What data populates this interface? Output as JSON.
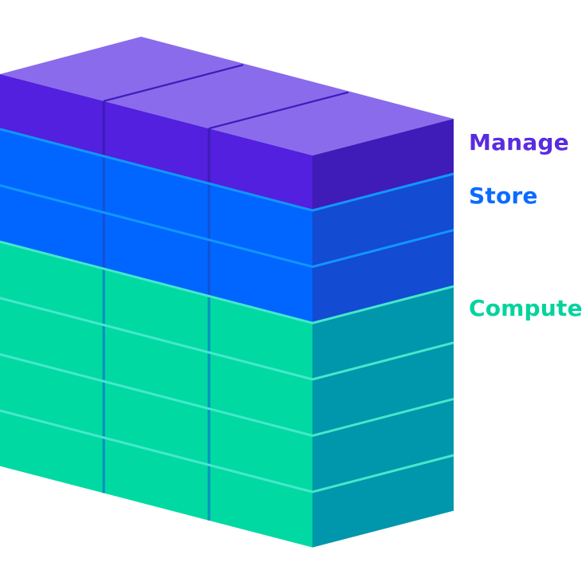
{
  "diagram": {
    "title": "",
    "columns": 3,
    "tiers": [
      {
        "id": "manage",
        "label": "Manage",
        "layers": 1,
        "colors": {
          "label": "#5A2BE0",
          "top": "#8A6BEC",
          "front": "#5220DE",
          "side": "#3F1BB8",
          "seam": "#3F1BB8",
          "highlight": "#6C4AE8"
        }
      },
      {
        "id": "store",
        "label": "Store",
        "layers": 2,
        "colors": {
          "label": "#0A6CFF",
          "top": "#1A8CFF",
          "front": "#0066FF",
          "side": "#134BD3",
          "seam": "#1450D6",
          "highlight": "#1296FF"
        }
      },
      {
        "id": "compute",
        "label": "Compute",
        "layers": 4,
        "colors": {
          "label": "#00D49E",
          "top": "#3EE6C6",
          "front": "#00D9A2",
          "side": "#0096AC",
          "seam": "#0A90BE",
          "highlight": "#45E8CB"
        }
      }
    ]
  }
}
